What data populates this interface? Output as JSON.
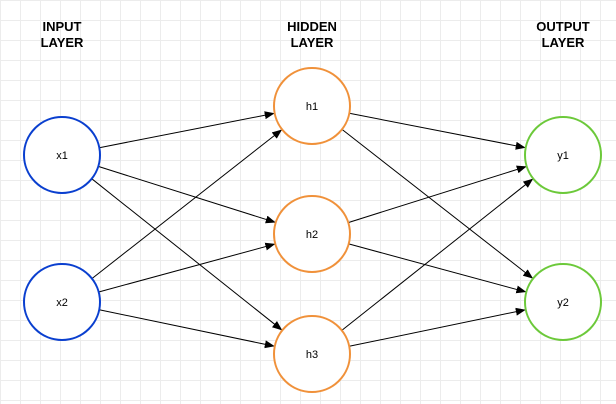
{
  "layers": [
    {
      "id": "input",
      "title_line1": "INPUT",
      "title_line2": "LAYER",
      "color": "#0a3fcf",
      "nodes": [
        "x1",
        "x2"
      ]
    },
    {
      "id": "hidden",
      "title_line1": "HIDDEN",
      "title_line2": "LAYER",
      "color": "#f0913a",
      "nodes": [
        "h1",
        "h2",
        "h3"
      ]
    },
    {
      "id": "output",
      "title_line1": "OUTPUT",
      "title_line2": "LAYER",
      "color": "#6cc93a",
      "nodes": [
        "y1",
        "y2"
      ]
    }
  ],
  "edges": [
    [
      "x1",
      "h1"
    ],
    [
      "x1",
      "h2"
    ],
    [
      "x1",
      "h3"
    ],
    [
      "x2",
      "h1"
    ],
    [
      "x2",
      "h2"
    ],
    [
      "x2",
      "h3"
    ],
    [
      "h1",
      "y1"
    ],
    [
      "h1",
      "y2"
    ],
    [
      "h2",
      "y1"
    ],
    [
      "h2",
      "y2"
    ],
    [
      "h3",
      "y1"
    ],
    [
      "h3",
      "y2"
    ]
  ],
  "colors": {
    "edge": "#000000",
    "grid": "#ececec",
    "background": "#ffffff"
  }
}
